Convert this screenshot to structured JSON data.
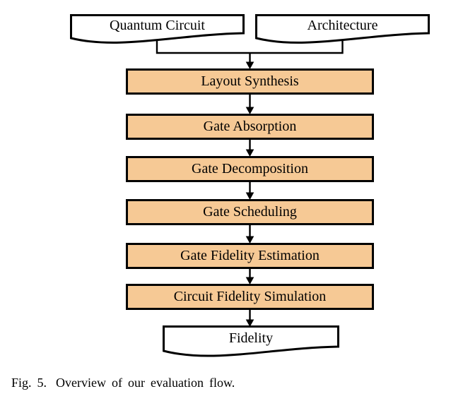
{
  "figure": {
    "caption_prefix": "Fig. 5.",
    "caption_body": "Overview of our evaluation flow."
  },
  "flow": {
    "inputs": [
      {
        "label": "Quantum Circuit"
      },
      {
        "label": "Architecture"
      }
    ],
    "steps": [
      {
        "label": "Layout Synthesis"
      },
      {
        "label": "Gate Absorption"
      },
      {
        "label": "Gate Decomposition"
      },
      {
        "label": "Gate Scheduling"
      },
      {
        "label": "Gate Fidelity Estimation"
      },
      {
        "label": "Circuit Fidelity Simulation"
      }
    ],
    "output": {
      "label": "Fidelity"
    }
  },
  "colors": {
    "process_fill": "#F6C995",
    "stroke": "#000000",
    "background": "#FFFFFF"
  }
}
